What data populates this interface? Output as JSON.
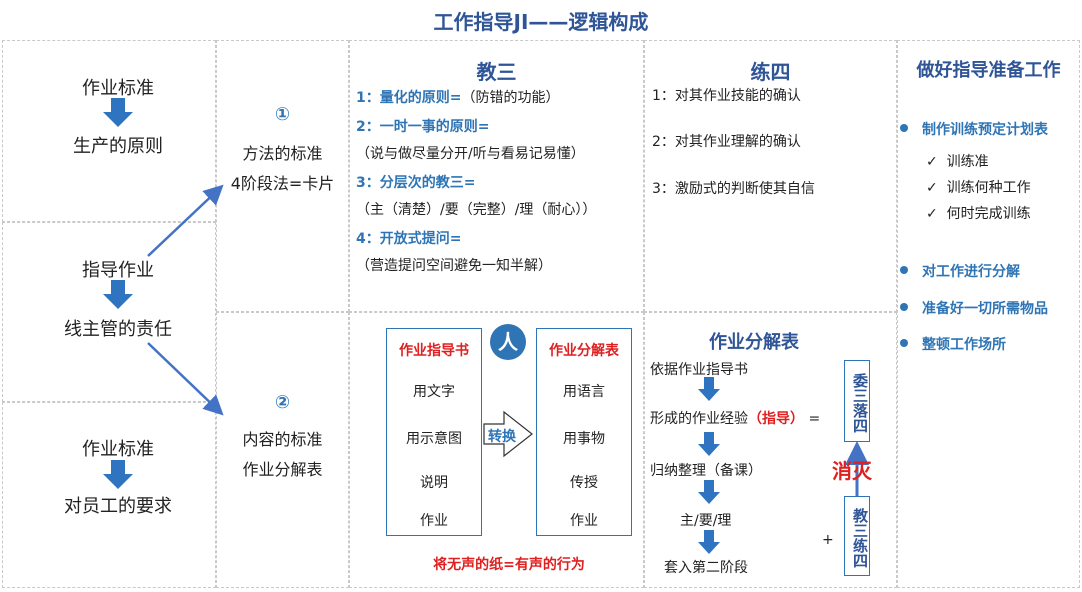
{
  "title": "工作指导JI——逻辑构成",
  "col1": {
    "block1": {
      "top": "作业标准",
      "bottom": "生产的原则"
    },
    "block2": {
      "top": "指导作业",
      "bottom": "线主管的责任"
    },
    "block3": {
      "top": "作业标准",
      "bottom": "对员工的要求"
    }
  },
  "col2": {
    "upper": {
      "num": "①",
      "line1": "方法的标准",
      "line2": "4阶段法=卡片"
    },
    "lower": {
      "num": "②",
      "line1": "内容的标准",
      "line2": "作业分解表"
    }
  },
  "jiaosan": {
    "heading": "教三",
    "items": [
      {
        "label": "1：量化的原则=",
        "note": "（防错的功能）"
      },
      {
        "label": "2：一时一事的原则=",
        "note": "（说与做尽量分开/听与看易记易懂）"
      },
      {
        "label": "3：分层次的教三=",
        "note": "（主（清楚）/要（完整）/理（耐心））"
      },
      {
        "label": "4：开放式提问=",
        "note": "（营造提问空间避免一知半解）"
      }
    ]
  },
  "liansi": {
    "heading": "练四",
    "items": [
      "1：对其作业技能的确认",
      "2：对其作业理解的确认",
      "3：激励式的判断使其自信"
    ]
  },
  "prep": {
    "heading": "做好指导准备工作",
    "item1": "制作训练预定计划表",
    "checks": [
      "训练准",
      "训练何种工作",
      "何时完成训练"
    ],
    "item2": "对工作进行分解",
    "item3": "准备好一切所需物品",
    "item4": "整顿工作场所",
    "check_symbol": "✓"
  },
  "convert": {
    "left_title": "作业指导书",
    "left_items": [
      "用文字",
      "用示意图",
      "说明",
      "作业"
    ],
    "person": "人",
    "arrow_label": "转换",
    "right_title": "作业分解表",
    "right_items": [
      "用语言",
      "用事物",
      "传授",
      "作业"
    ],
    "footer": "将无声的纸=有声的行为"
  },
  "breakdown": {
    "heading": "作业分解表",
    "step1": "依据作业指导书",
    "step2_pre": "形成的作业经验",
    "step2_red": "（指导）",
    "step2_eq": "=",
    "step3": "归纳整理（备课）",
    "step4": "主/要/理",
    "step5": "套入第二阶段",
    "vbox_top": "委三落四",
    "eliminate": "消灭",
    "plus": "+",
    "vbox_bottom": "教三练四"
  },
  "colors": {
    "accent": "#2f75b5",
    "title": "#2f5597",
    "red": "#e02020"
  }
}
